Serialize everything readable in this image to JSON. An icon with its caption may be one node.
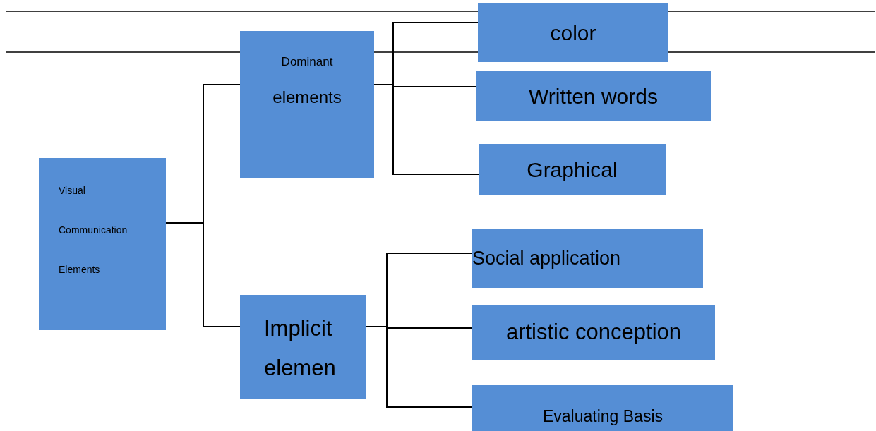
{
  "diagram": {
    "nodes": [
      {
        "text": [
          "Visual Communication Elements"
        ]
      },
      {
        "text": [
          "Dominant",
          "elements"
        ]
      },
      {
        "text": [
          "Implicit elemen"
        ]
      },
      {
        "text": [
          "color"
        ]
      },
      {
        "text": [
          "Written words"
        ]
      },
      {
        "text": [
          "Graphical"
        ]
      },
      {
        "text": [
          "Social application"
        ]
      },
      {
        "text": [
          "artistic conception"
        ]
      },
      {
        "text": [
          "Evaluating Basis"
        ]
      }
    ],
    "edges": [
      {
        "from": 0,
        "to": 1,
        "arrow": "none"
      },
      {
        "from": 0,
        "to": 2,
        "arrow": "none"
      },
      {
        "from": 1,
        "to": 3,
        "arrow": "none"
      },
      {
        "from": 1,
        "to": 4,
        "arrow": "none"
      },
      {
        "from": 1,
        "to": 5,
        "arrow": "none"
      },
      {
        "from": 2,
        "to": 6,
        "arrow": "none"
      },
      {
        "from": 2,
        "to": 7,
        "arrow": "none"
      },
      {
        "from": 2,
        "to": 8,
        "arrow": "none"
      }
    ]
  }
}
